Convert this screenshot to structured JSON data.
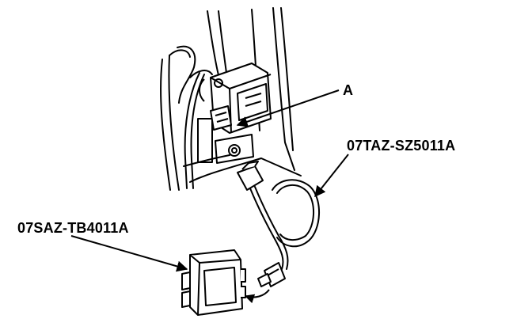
{
  "labels": {
    "callout_a": "A",
    "harness_part": "07TAZ-SZ5011A",
    "tester_part": "07SAZ-TB4011A"
  },
  "colors": {
    "ink": "#000000",
    "paper": "#ffffff"
  }
}
